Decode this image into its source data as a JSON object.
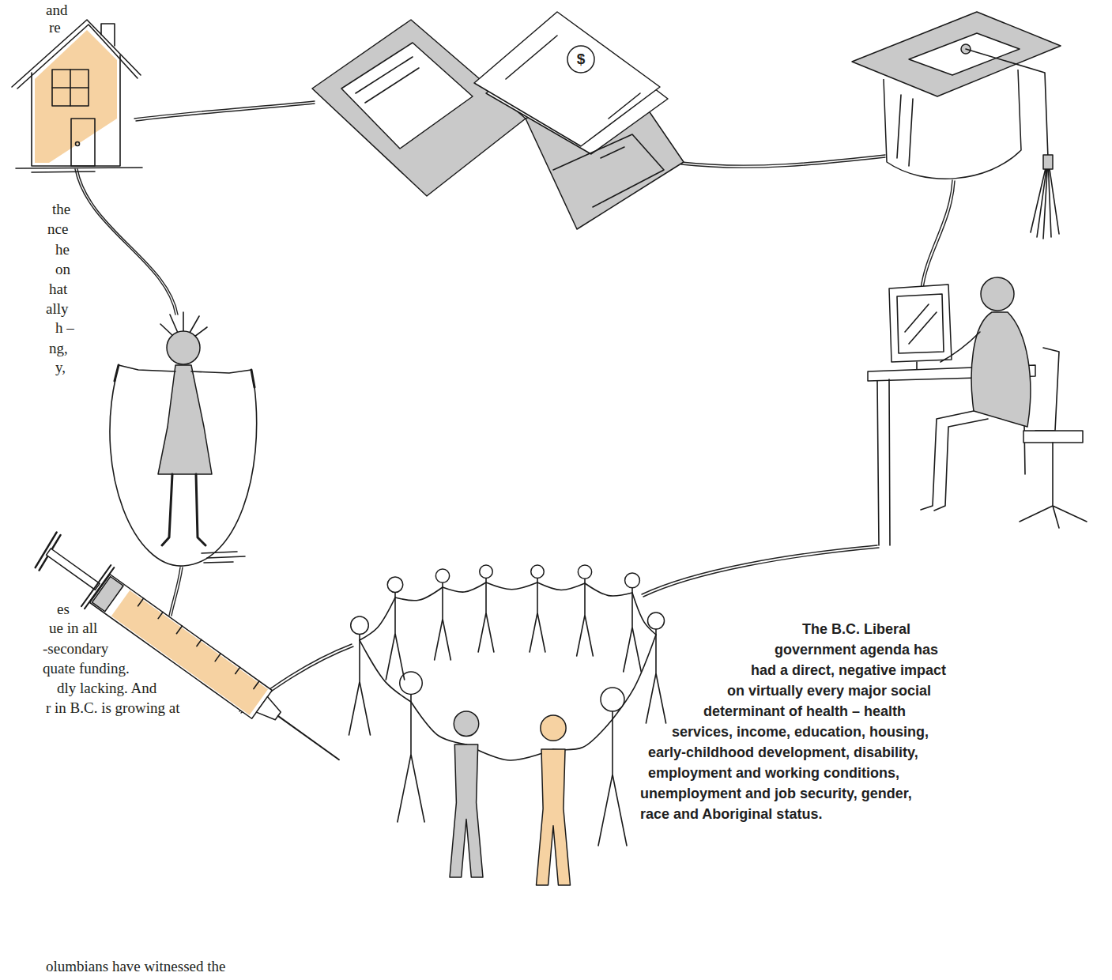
{
  "diagram": {
    "caption": "The B.C. Liberal government agenda has had a direct, negative impact on virtually every major social determinant of health – health services, income, education, housing, early-childhood development, disability, employment and working conditions, unemployment and job security, gender, race and Aboriginal status.",
    "labels": [
      "and",
      "re",
      "the",
      "nce",
      "he",
      "on",
      "hat",
      "ally",
      "h –",
      "ng,",
      "y,",
      "es",
      "ue in all",
      "-secondary",
      "quate funding.",
      "dly lacking. And",
      "r in B.C. is growing at",
      "olumbians have witnessed the",
      "$"
    ]
  }
}
